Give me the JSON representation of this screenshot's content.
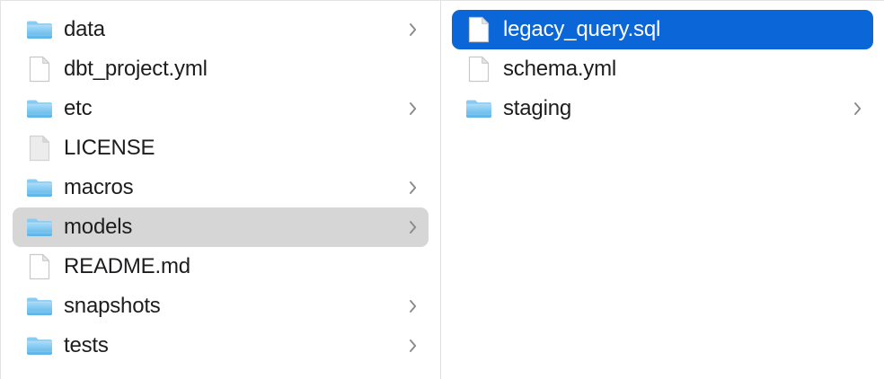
{
  "window": {
    "view_mode": "column",
    "background_color": "#ffffff",
    "divider_color": "#e0e0e2",
    "selection_active_color": "#0b66d8",
    "selection_inactive_color": "#d6d6d6",
    "text_color": "#1d1d1f",
    "chevron_color": "#8a8a8e"
  },
  "columns": [
    {
      "name": "parent-column",
      "items": [
        {
          "label": "data",
          "kind": "folder",
          "icon": "folder-icon",
          "has_chevron": true,
          "state": "normal"
        },
        {
          "label": "dbt_project.yml",
          "kind": "file",
          "icon": "document-icon",
          "has_chevron": false,
          "state": "normal"
        },
        {
          "label": "etc",
          "kind": "folder",
          "icon": "folder-icon",
          "has_chevron": true,
          "state": "normal"
        },
        {
          "label": "LICENSE",
          "kind": "file",
          "icon": "document-gray-icon",
          "has_chevron": false,
          "state": "normal"
        },
        {
          "label": "macros",
          "kind": "folder",
          "icon": "folder-icon",
          "has_chevron": true,
          "state": "normal"
        },
        {
          "label": "models",
          "kind": "folder",
          "icon": "folder-icon",
          "has_chevron": true,
          "state": "selected-inactive"
        },
        {
          "label": "README.md",
          "kind": "file",
          "icon": "document-icon",
          "has_chevron": false,
          "state": "normal"
        },
        {
          "label": "snapshots",
          "kind": "folder",
          "icon": "folder-icon",
          "has_chevron": true,
          "state": "normal"
        },
        {
          "label": "tests",
          "kind": "folder",
          "icon": "folder-icon",
          "has_chevron": true,
          "state": "normal"
        }
      ]
    },
    {
      "name": "child-column",
      "items": [
        {
          "label": "legacy_query.sql",
          "kind": "file",
          "icon": "document-icon",
          "has_chevron": false,
          "state": "selected-active"
        },
        {
          "label": "schema.yml",
          "kind": "file",
          "icon": "document-icon",
          "has_chevron": false,
          "state": "normal"
        },
        {
          "label": "staging",
          "kind": "folder",
          "icon": "folder-icon",
          "has_chevron": true,
          "state": "normal"
        }
      ]
    }
  ]
}
